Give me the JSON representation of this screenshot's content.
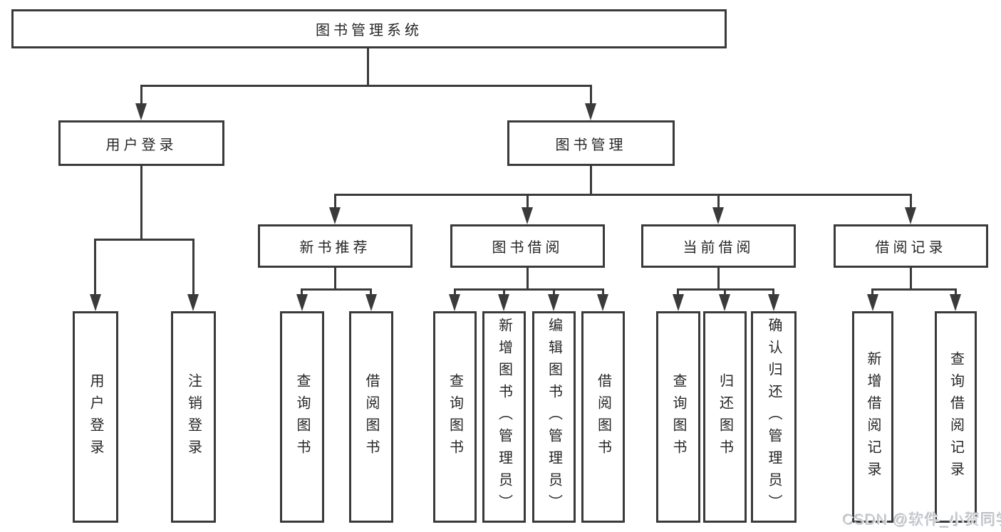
{
  "tree": {
    "label": "图书管理系统",
    "children": [
      {
        "label": "用户登录",
        "children": [
          {
            "label": "用户登录"
          },
          {
            "label": "注销登录"
          }
        ]
      },
      {
        "label": "图书管理",
        "children": [
          {
            "label": "新书推荐",
            "children": [
              {
                "label": "查询图书"
              },
              {
                "label": "借阅图书"
              }
            ]
          },
          {
            "label": "图书借阅",
            "children": [
              {
                "label": "查询图书"
              },
              {
                "label": "新增图书（管理员）"
              },
              {
                "label": "编辑图书（管理员）"
              },
              {
                "label": "借阅图书"
              }
            ]
          },
          {
            "label": "当前借阅",
            "children": [
              {
                "label": "查询图书"
              },
              {
                "label": "归还图书"
              },
              {
                "label": "确认归还（管理员）"
              }
            ]
          },
          {
            "label": "借阅记录",
            "children": [
              {
                "label": "新增借阅记录"
              },
              {
                "label": "查询借阅记录"
              }
            ]
          }
        ]
      }
    ]
  },
  "watermark": {
    "text": "CSDN @软件_小贺同学"
  },
  "colors": {
    "line": "#3a3a3a",
    "text": "#262626",
    "background": "#ffffff",
    "watermark": "#c9ccd1"
  }
}
